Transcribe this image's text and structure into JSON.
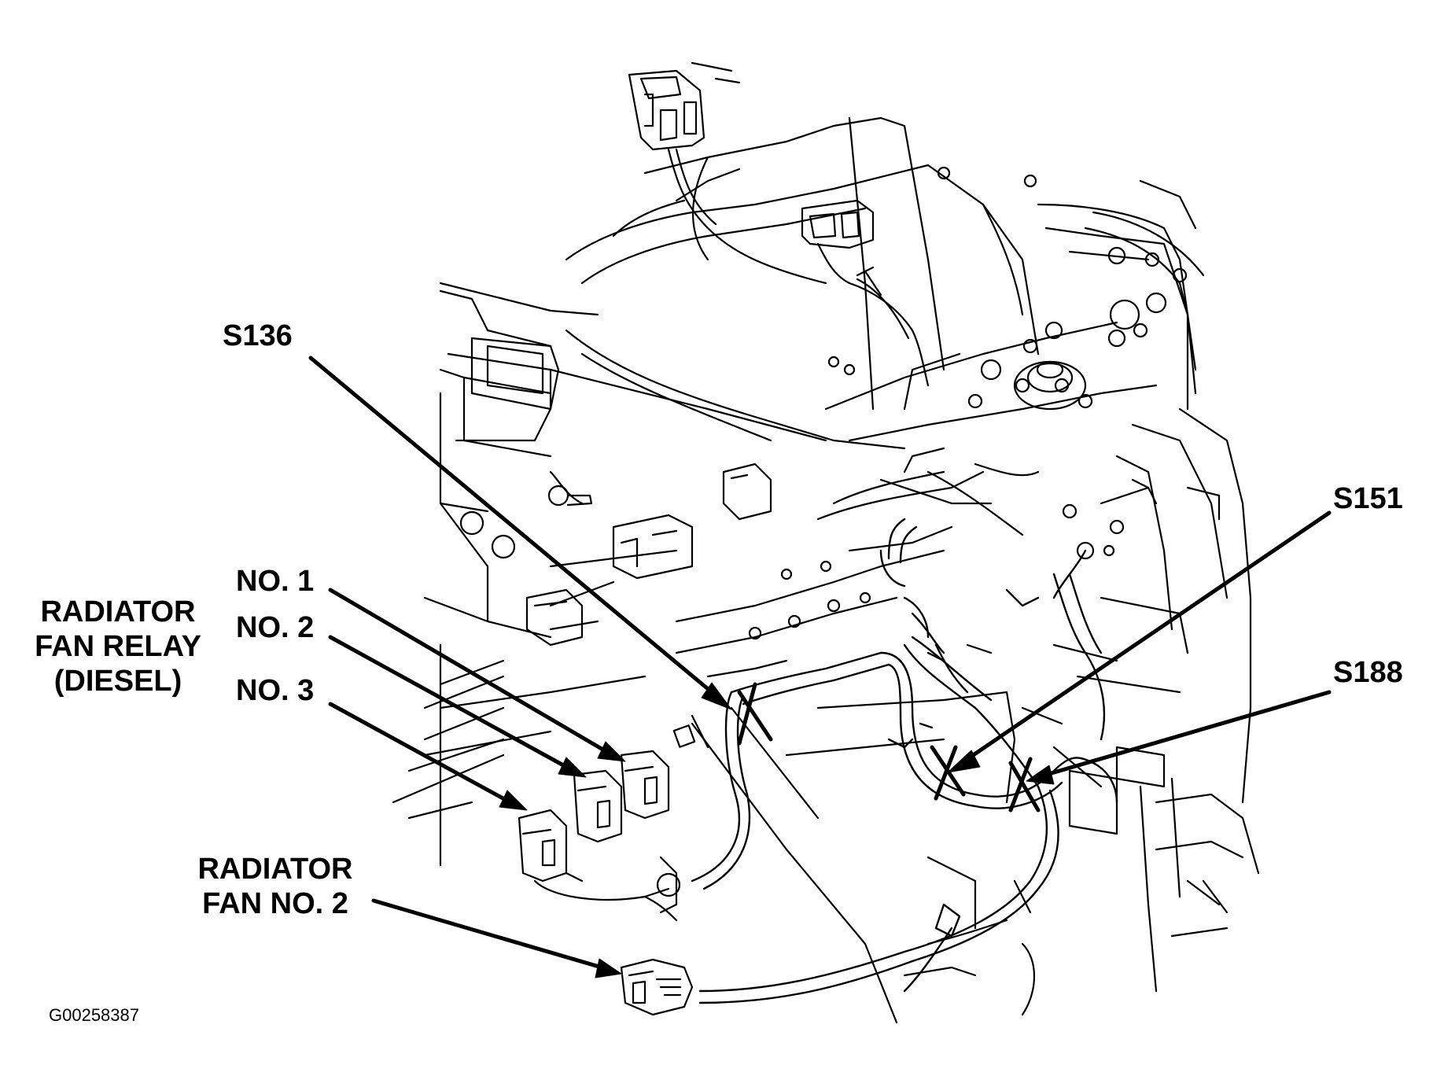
{
  "callouts": {
    "s136": "S136",
    "s151": "S151",
    "s188": "S188",
    "relay_title": [
      "RADIATOR",
      "FAN RELAY",
      "(DIESEL)"
    ],
    "no1": "NO. 1",
    "no2": "NO. 2",
    "no3": "NO. 3",
    "fan2": [
      "RADIATOR",
      "FAN NO. 2"
    ]
  },
  "figure_code": "G00258387",
  "colors": {
    "line": "#000000",
    "background": "#ffffff"
  }
}
